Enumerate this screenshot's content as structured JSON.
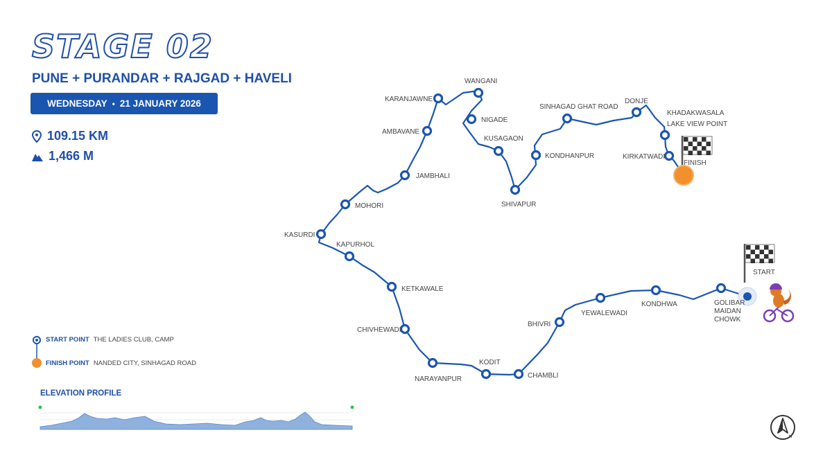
{
  "header": {
    "title": "STAGE 02",
    "region": "PUNE + PURANDAR + RAJGAD + HAVELI",
    "day": "WEDNESDAY",
    "separator": "•",
    "date": "21 JANUARY 2026",
    "distance": "109.15 KM",
    "elevation": "1,466 M"
  },
  "legend": {
    "start_label": "START POINT",
    "start_text": "THE LADIES CLUB, CAMP",
    "finish_label": "FINISH POINT",
    "finish_text": "NANDED CITY, SINHAGAD ROAD"
  },
  "elevation_profile": {
    "title": "ELEVATION PROFILE"
  },
  "map": {
    "start_label": "START",
    "finish_label": "FINISH",
    "waypoints": [
      "GOLIBAR MAIDAN CHOWK",
      "KONDHWA",
      "YEWALEWADI",
      "BHIVRI",
      "CHAMBLI",
      "KODIT",
      "NARAYANPUR",
      "CHIVHEWADI",
      "KETKAWALE",
      "KAPURHOL",
      "KASURDI",
      "MOHORI",
      "JAMBHALI",
      "AMBAVANE",
      "KARANJAWNE",
      "WANGANI",
      "NIGADE",
      "KUSAGAON",
      "SHIVAPUR",
      "KONDHANPUR",
      "SINHAGAD GHAT ROAD",
      "DONJE",
      "KHADAKWASALA LAKE VIEW POINT",
      "KIRKATWADI"
    ]
  },
  "colors": {
    "route": "#1a55b0",
    "finish": "#f0912e",
    "text": "#1f4fa8"
  },
  "icons": [
    "pin-icon",
    "mountain-icon",
    "checkered-flag-icon",
    "cyclist-mascot-icon",
    "compass-icon"
  ]
}
